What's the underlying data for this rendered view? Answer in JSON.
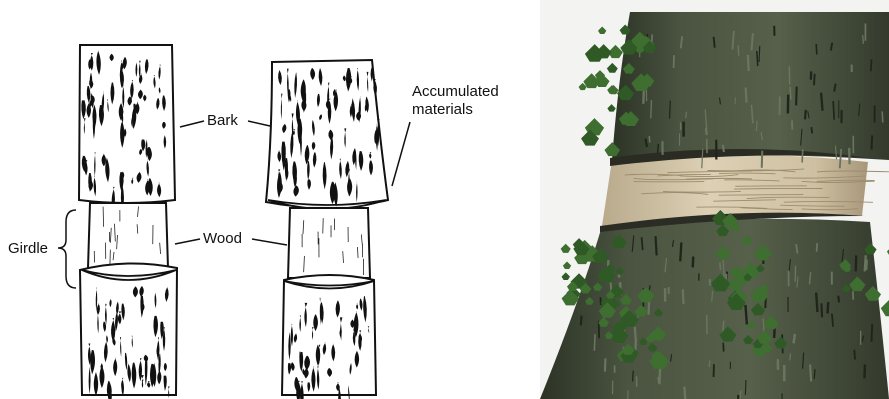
{
  "diagram": {
    "labels": {
      "bark": "Bark",
      "wood": "Wood",
      "girdle": "Girdle",
      "accumulated_line1": "Accumulated",
      "accumulated_line2": "materials"
    }
  },
  "photo": {
    "subject": "Girdled tree trunk with ivy"
  },
  "colors": {
    "ink": "#111111",
    "bark_photo": "#3f4a35",
    "girdle_wood": "#d2c3a6",
    "ivy": "#2f5a26",
    "sky": "#f2f2f0"
  }
}
